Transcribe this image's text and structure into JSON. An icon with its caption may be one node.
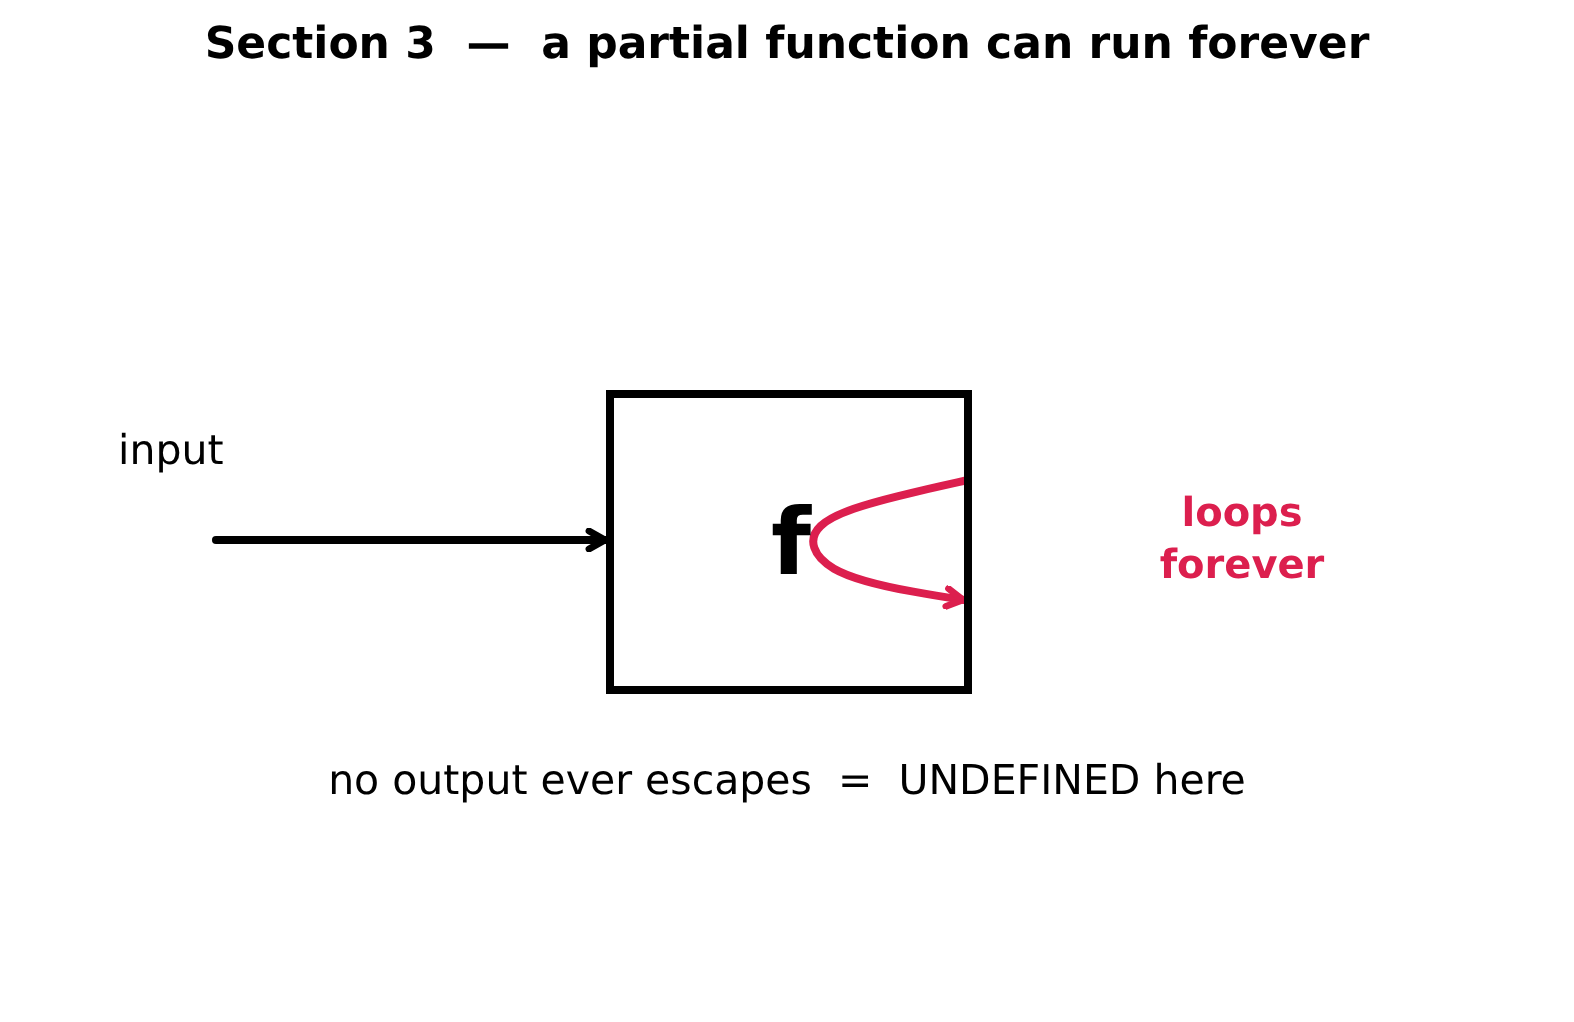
{
  "diagram": {
    "title": "Section 3  —  a partial function can run forever",
    "nodes": [
      {
        "text": [
          "input"
        ]
      },
      {
        "text": [
          "f"
        ]
      }
    ],
    "edges": [
      {
        "from": 0,
        "to": 1,
        "arrow": "to"
      },
      {
        "from": 1,
        "to": 1,
        "arrow": "to",
        "color": "#dc1f4e"
      }
    ],
    "labels": [
      "loops forever"
    ],
    "caption": "no output ever escapes  =  UNDEFINED here"
  }
}
